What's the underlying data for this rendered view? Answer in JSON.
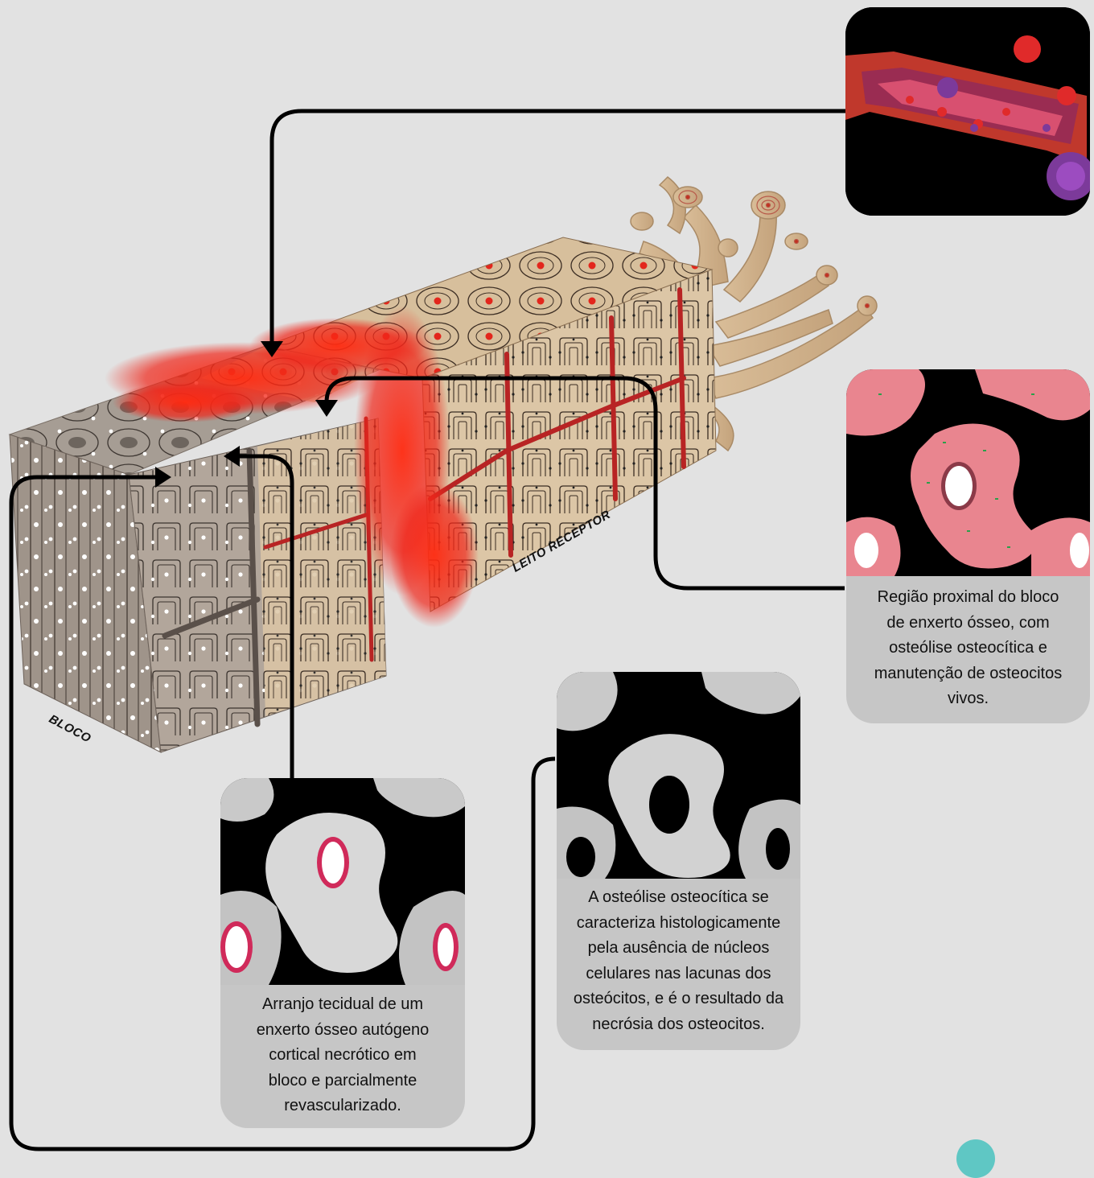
{
  "labels": {
    "bloco": "BLOCO",
    "leito_receptor": "LEITO RECEPTOR"
  },
  "cards": {
    "proximal": {
      "caption": "Região proximal do bloco de enxerto ósseo, com osteólise osteocítica e manutenção de osteocitos vivos.",
      "lines": [
        "Região proximal do bloco",
        "de enxerto ósseo, com",
        "osteólise osteocítica e",
        "manutenção de osteocitos",
        "vivos."
      ]
    },
    "necrotic": {
      "caption": "Arranjo tecidual de um enxerto ósseo autógeno cortical necrótico em bloco e parcialmente revascularizado.",
      "lines": [
        "Arranjo tecidual de um",
        "enxerto ósseo autógeno",
        "cortical necrótico em",
        "bloco e parcialmente",
        "revascularizado."
      ]
    },
    "osteolysis": {
      "caption": "A osteólise osteocítica se caracteriza histologicamente pela ausência de núcleos celulares nas lacunas dos osteócitos, e é o resultado da necrósia dos osteocitos.",
      "lines": [
        "A osteólise osteocítica se",
        "caracteriza histologicamente",
        "pela ausência de núcleos",
        "celulares nas lacunas dos",
        "osteócitos, e é o resultado da",
        "necrósia dos osteocitos."
      ]
    }
  },
  "colors": {
    "background": "#e2e2e2",
    "card": "#c6c6c6",
    "bone": "#d8c2a4",
    "necrotic_bone": "#a89c92",
    "blood": "#e3261c",
    "vessel": "#b82424",
    "tissue_pink": "#e9858f",
    "accent_dot": "#5fc7c4"
  }
}
